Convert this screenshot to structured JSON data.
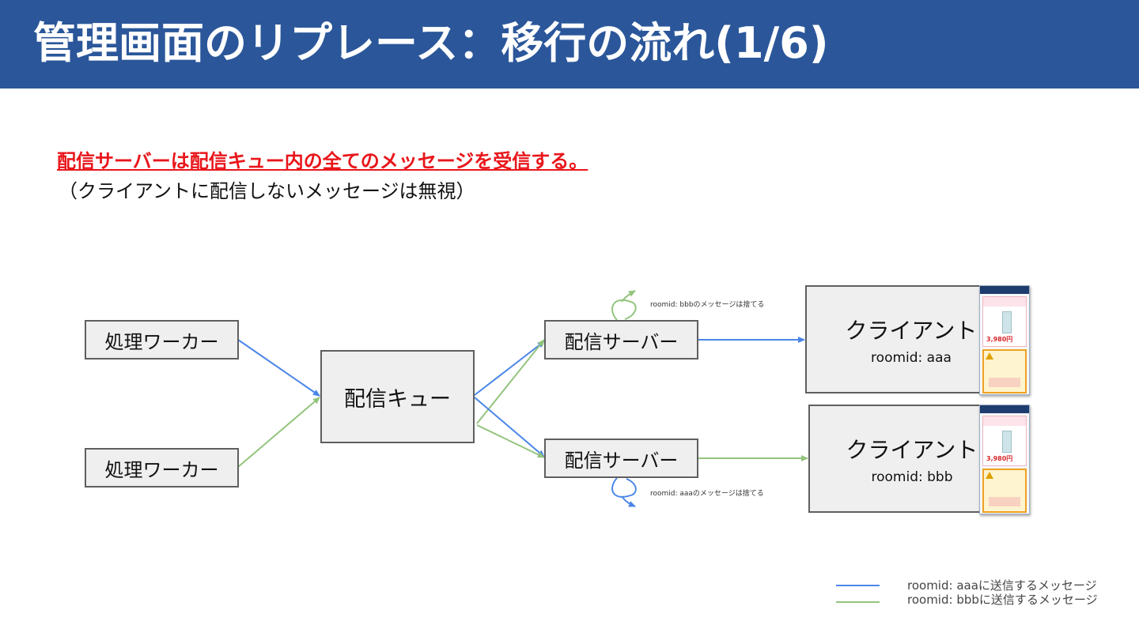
{
  "title": "管理画面のリプレース：移行の流れ(1/6)",
  "lead": "配信サーバーは配信キュー内の全てのメッセージを受信する。",
  "sub": "（クライアントに配信しないメッセージは無視）",
  "nodes": {
    "worker_top": "処理ワーカー",
    "worker_bottom": "処理ワーカー",
    "queue": "配信キュー",
    "server_top": "配信サーバー",
    "server_bottom": "配信サーバー",
    "client_top": {
      "label": "クライアント",
      "roomid": "roomid: aaa"
    },
    "client_bottom": {
      "label": "クライアント",
      "roomid": "roomid: bbb"
    }
  },
  "notes": {
    "discard_top": "roomid: bbbのメッセージは捨てる",
    "discard_bottom": "roomid: aaaのメッセージは捨てる"
  },
  "phone": {
    "price": "3,980円"
  },
  "legend": [
    {
      "label": "roomid: aaaに送信するメッセージ",
      "color": "#4a86e8"
    },
    {
      "label": "roomid: bbbに送信するメッセージ",
      "color": "#93c47d"
    }
  ],
  "colors": {
    "header": "#2b579a",
    "accent_red": "#e8161b",
    "blue": "#4a86e8",
    "green": "#93c47d"
  }
}
